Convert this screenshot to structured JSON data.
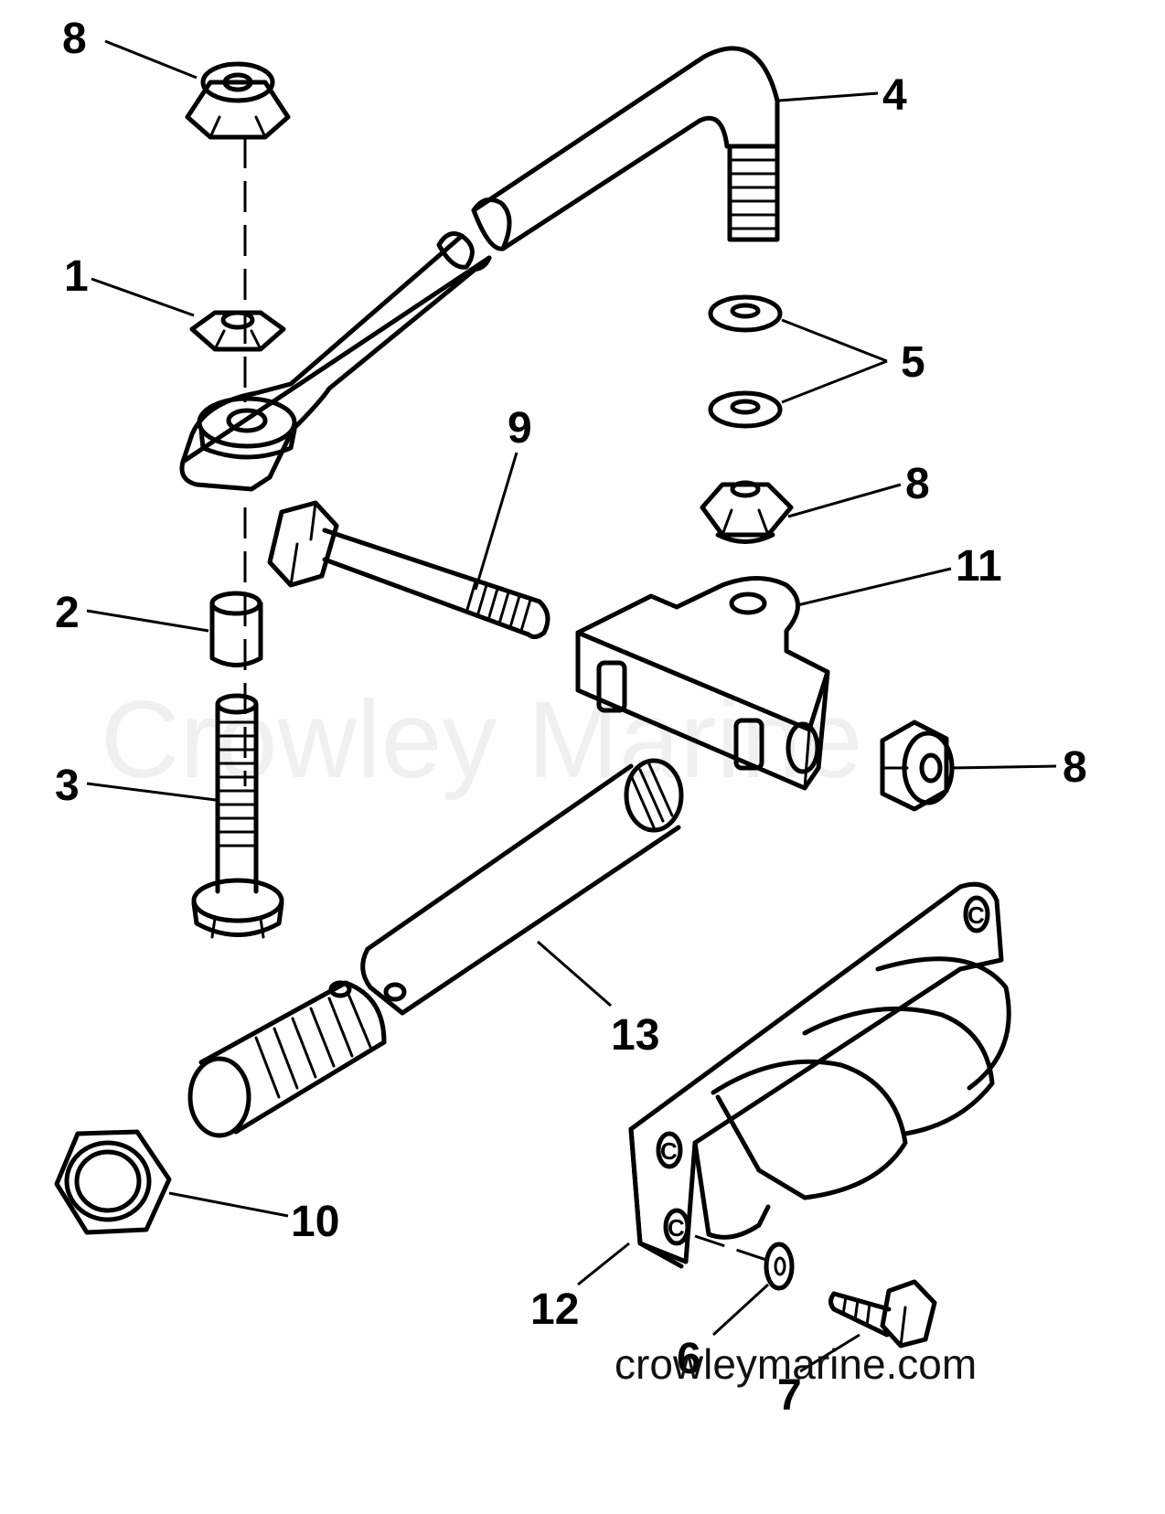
{
  "watermark": "Crowley Marine",
  "website": "crowleymarine.com",
  "flange_hole_mark": "C",
  "callouts": [
    {
      "id": "callout-8-top",
      "text": "8"
    },
    {
      "id": "callout-1",
      "text": "1"
    },
    {
      "id": "callout-2",
      "text": "2"
    },
    {
      "id": "callout-3",
      "text": "3"
    },
    {
      "id": "callout-4",
      "text": "4"
    },
    {
      "id": "callout-5",
      "text": "5"
    },
    {
      "id": "callout-8-right-upper",
      "text": "8"
    },
    {
      "id": "callout-9",
      "text": "9"
    },
    {
      "id": "callout-11",
      "text": "11"
    },
    {
      "id": "callout-8-right-lower",
      "text": "8"
    },
    {
      "id": "callout-13",
      "text": "13"
    },
    {
      "id": "callout-10",
      "text": "10"
    },
    {
      "id": "callout-12",
      "text": "12"
    },
    {
      "id": "callout-6",
      "text": "6"
    },
    {
      "id": "callout-7",
      "text": "7"
    }
  ]
}
